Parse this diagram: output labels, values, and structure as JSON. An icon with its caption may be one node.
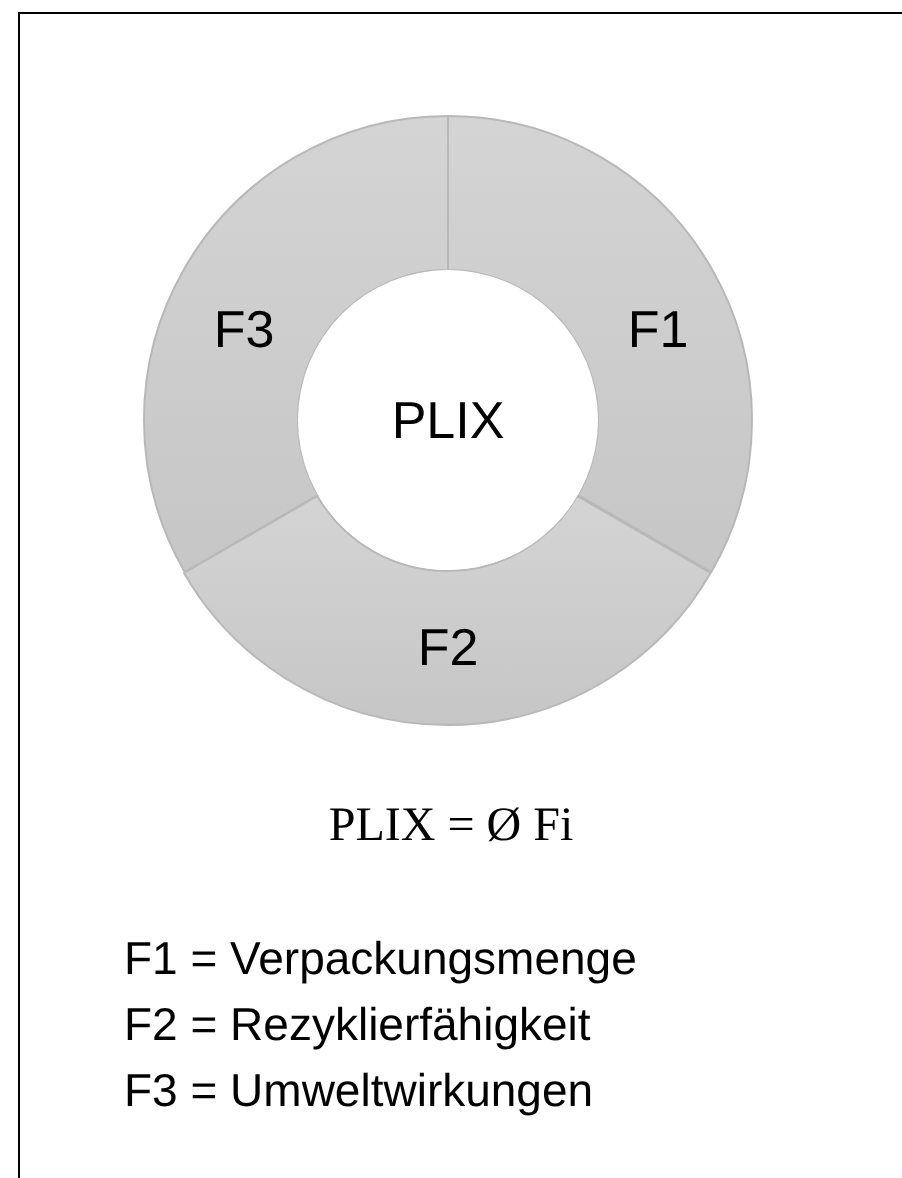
{
  "diagram": {
    "nodes": [
      {
        "text": [
          "F1"
        ]
      },
      {
        "text": [
          "F2"
        ]
      },
      {
        "text": [
          "F3"
        ]
      },
      {
        "text": [
          "PLIX"
        ]
      }
    ],
    "labels": [
      "PLIX = Ø Fi",
      "F1 = Verpackungsmenge",
      "F2 = Rezyklierfähigkeit",
      "F3 = Umweltwirkungen"
    ]
  }
}
